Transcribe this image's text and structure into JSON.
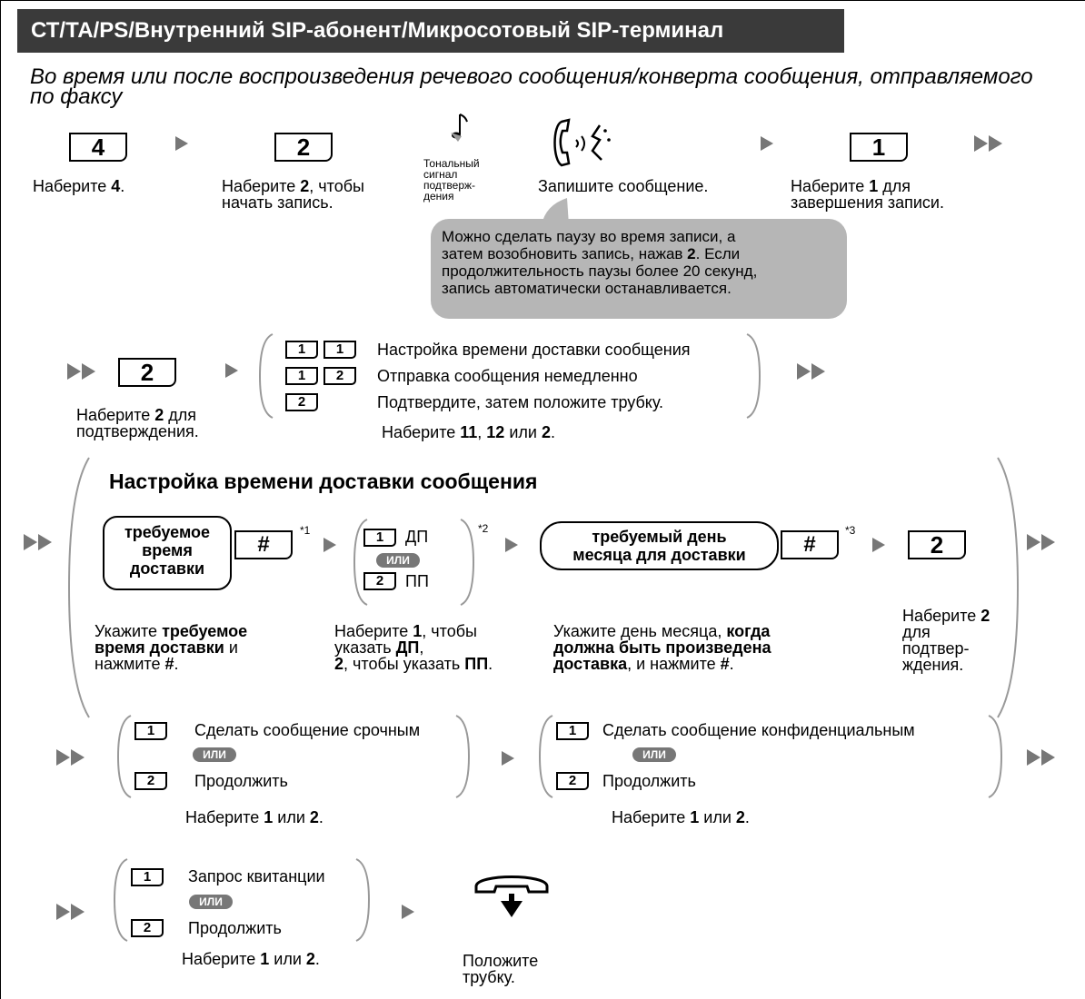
{
  "title": "СТ/ТА/PS/Внутренний SIP-абонент/Микросотовый SIP-терминал",
  "subtitle": "Во время или после воспроизведения речевого сообщения/конверта сообщения, отправляемого по факсу",
  "row1": {
    "key1": "4",
    "cap1a": "Наберите ",
    "cap1b": "4",
    "cap1c": ".",
    "key2": "2",
    "cap2a": "Наберите ",
    "cap2b": "2",
    "cap2c": ", чтобы",
    "cap2d": "начать запись.",
    "tone": [
      "Тональный",
      "сигнал",
      "подтверж-",
      "дения"
    ],
    "record": "Запишите сообщение.",
    "key3": "1",
    "cap3a": "Наберите ",
    "cap3b": "1",
    "cap3c": " для",
    "cap3d": "завершения записи.",
    "bubble": [
      "Можно сделать паузу во время записи, а",
      "затем возобновить запись, нажав ",
      "2",
      ". Если",
      "продолжительность паузы более 20 секунд,",
      "запись автоматически останавливается."
    ]
  },
  "row2": {
    "key": "2",
    "capa": "Наберите ",
    "capb": "2",
    "capc": " для",
    "capd": "подтверждения.",
    "options": [
      {
        "keys": [
          "1",
          "1"
        ],
        "label": "Настройка времени доставки сообщения"
      },
      {
        "keys": [
          "1",
          "2"
        ],
        "label": "Отправка сообщения немедленно"
      },
      {
        "keys": [
          "2"
        ],
        "label": "Подтвердите, затем положите трубку."
      }
    ],
    "hint_a": "Наберите ",
    "hint_b": "11",
    "hint_c": ", ",
    "hint_d": "12",
    "hint_e": " или ",
    "hint_f": "2",
    "hint_g": "."
  },
  "section": {
    "heading": "Настройка времени доставки сообщения",
    "time_box": [
      "требуемое",
      "время",
      "доставки"
    ],
    "hash": "#",
    "note1": "*1",
    "note2": "*2",
    "note3": "*3",
    "am_key": "1",
    "am": "ДП",
    "or": "ИЛИ",
    "pm_key": "2",
    "pm": "ПП",
    "day_box": [
      "требуемый день",
      "месяца для доставки"
    ],
    "confirm_key": "2",
    "cap_time": [
      "Укажите ",
      "требуемое",
      "время доставки",
      " и",
      "нажмите ",
      "#",
      "."
    ],
    "cap_ampm": [
      "Наберите ",
      "1",
      ", чтобы",
      "указать ",
      "ДП",
      ",",
      "2",
      ", чтобы указать ",
      "ПП",
      "."
    ],
    "cap_day": [
      "Укажите день месяца, ",
      "когда",
      "должна быть произведена",
      "доставка",
      ", и нажмите ",
      "#",
      "."
    ],
    "cap_confirm": [
      "Наберите ",
      "2",
      "для",
      "подтвер-",
      "ждения."
    ]
  },
  "row4": {
    "urgent": {
      "k1": "1",
      "l1": "Сделать сообщение срочным",
      "or": "ИЛИ",
      "k2": "2",
      "l2": "Продолжить"
    },
    "private": {
      "k1": "1",
      "l1": "Сделать сообщение конфиденциальным",
      "or": "ИЛИ",
      "k2": "2",
      "l2": "Продолжить"
    },
    "hint": [
      "Наберите ",
      "1",
      " или ",
      "2",
      "."
    ]
  },
  "row5": {
    "receipt": {
      "k1": "1",
      "l1": "Запрос квитанции",
      "or": "ИЛИ",
      "k2": "2",
      "l2": "Продолжить"
    },
    "hint": [
      "Наберите ",
      "1",
      " или ",
      "2",
      "."
    ],
    "hangup": [
      "Положите",
      "трубку."
    ]
  }
}
